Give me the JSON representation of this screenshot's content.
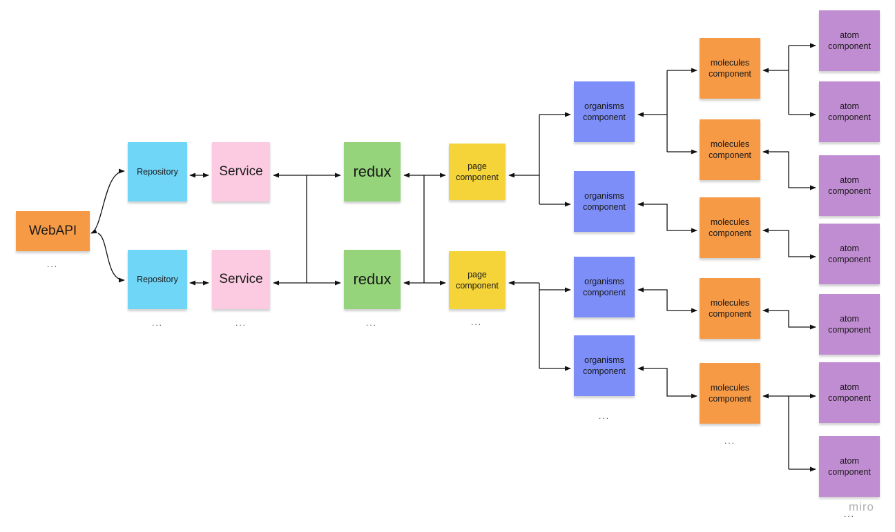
{
  "diagram": {
    "colors": {
      "webapi": "#f79a46",
      "repository": "#6fd6f8",
      "service": "#fccbe1",
      "redux": "#95d47a",
      "page": "#f5d43a",
      "organisms": "#7d8ef8",
      "molecules": "#f79a46",
      "atom": "#c18dd2"
    },
    "nodes": {
      "webapi": "WebAPI",
      "repository_1": "Repository",
      "repository_2": "Repository",
      "service_1": "Service",
      "service_2": "Service",
      "redux_1": "redux",
      "redux_2": "redux",
      "page_1": "page\ncomponent",
      "page_2": "page\ncomponent",
      "organisms_1": "organisms\ncomponent",
      "organisms_2": "organisms\ncomponent",
      "organisms_3": "organisms\ncomponent",
      "organisms_4": "organisms\ncomponent",
      "molecules_1": "molecules\ncomponent",
      "molecules_2": "molecules\ncomponent",
      "molecules_3": "molecules\ncomponent",
      "molecules_4": "molecules\ncomponent",
      "molecules_5": "molecules\ncomponent",
      "atom_1": "atom\ncomponent",
      "atom_2": "atom\ncomponent",
      "atom_3": "atom\ncomponent",
      "atom_4": "atom\ncomponent",
      "atom_5": "atom\ncomponent",
      "atom_6": "atom\ncomponent",
      "atom_7": "atom\ncomponent"
    },
    "ellipsis": "...",
    "watermark": "miro"
  }
}
